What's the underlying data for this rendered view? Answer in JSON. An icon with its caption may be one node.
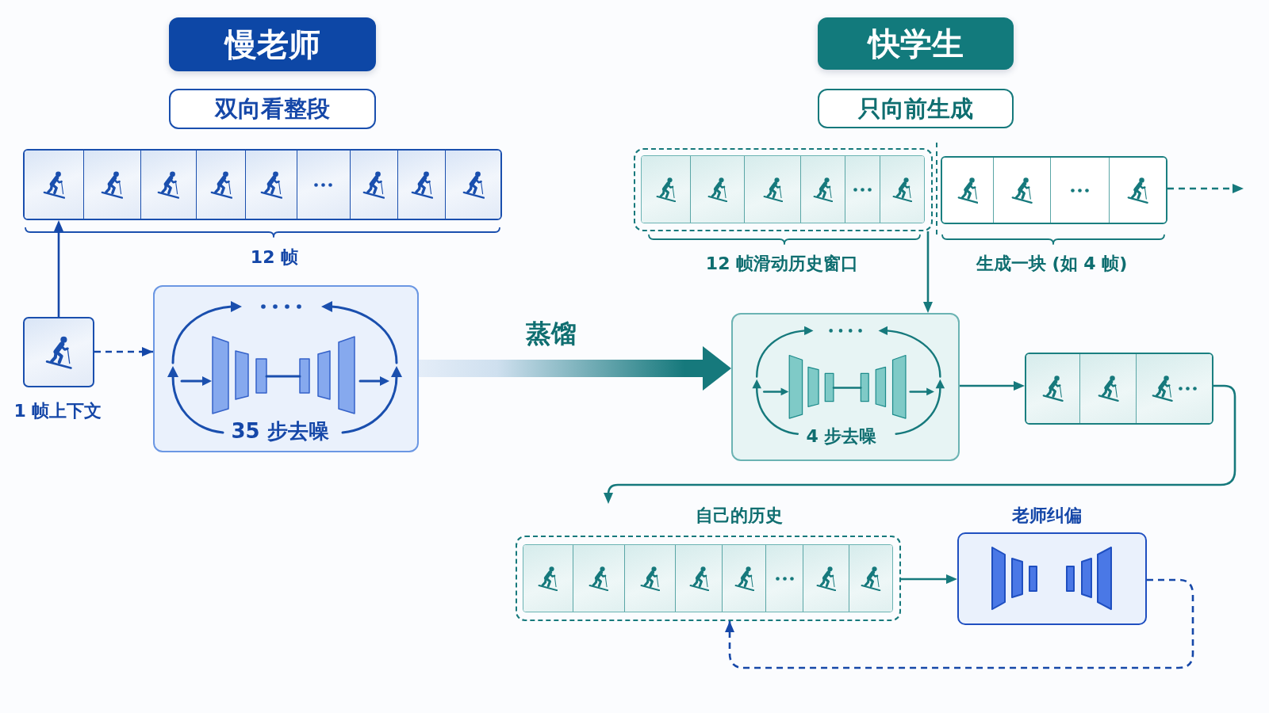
{
  "diagram": {
    "nodes": [
      {
        "text": [
          "慢老师"
        ]
      },
      {
        "text": [
          "双向看整段"
        ]
      },
      {
        "text": [],
        "shape": "picture",
        "beside": [
          "12 帧"
        ]
      },
      {
        "text": [],
        "shape": "picture",
        "beside": [
          "1 帧上下文"
        ]
      },
      {
        "text": [
          "35 步去噪"
        ]
      },
      {
        "text": [
          "快学生"
        ]
      },
      {
        "text": [
          "只向前生成"
        ]
      },
      {
        "text": [],
        "shape": "picture",
        "beside": [
          "12 帧滑动历史窗口"
        ]
      },
      {
        "text": [],
        "shape": "picture",
        "beside": [
          "生成一块 (如 4 帧)"
        ]
      },
      {
        "text": [
          "4 步去噪"
        ]
      },
      {
        "text": [],
        "shape": "picture"
      },
      {
        "text": [
          "自己的历史"
        ]
      },
      {
        "text": [
          "老师纠偏"
        ]
      }
    ],
    "edges": [
      {
        "from": 3,
        "to": 2,
        "arrow": "to",
        "color": "#1547a8"
      },
      {
        "from": 3,
        "to": 4,
        "arrow": "to",
        "style": "dashed",
        "color": "#1547a8"
      },
      {
        "from": 4,
        "to": 9,
        "arrow": "to",
        "label": "蒸馏",
        "style": "thick"
      },
      {
        "from": 7,
        "to": 9,
        "arrow": "to"
      },
      {
        "from": 9,
        "to": 10,
        "arrow": "to"
      },
      {
        "from": 10,
        "to": 11,
        "arrow": "to"
      },
      {
        "from": 11,
        "to": 12,
        "arrow": "to"
      },
      {
        "from": 12,
        "to": 11,
        "arrow": "to",
        "style": "dashed",
        "color": "#1547a8"
      },
      {
        "from": 8,
        "to": null,
        "arrow": "to",
        "style": "dashed"
      }
    ]
  }
}
